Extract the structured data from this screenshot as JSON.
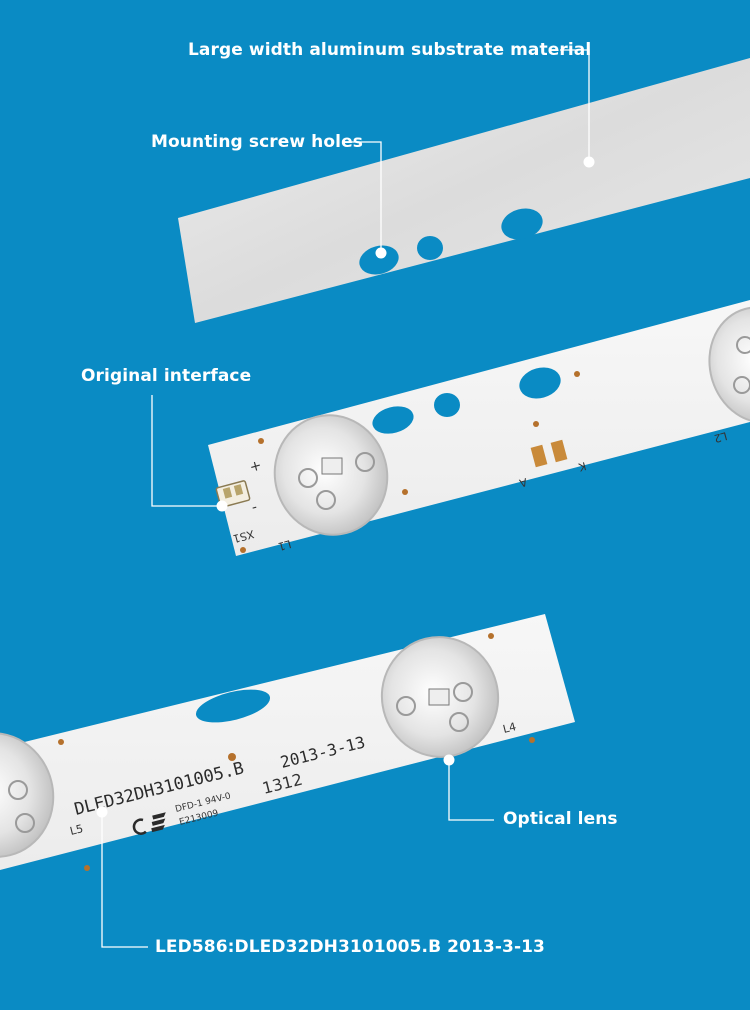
{
  "background_color": "#0a8bc4",
  "callouts": {
    "substrate": "Large width aluminum substrate material",
    "screw_holes": "Mounting screw holes",
    "interface": "Original interface",
    "lens": "Optical lens",
    "model": "LED586:DLED32DH3101005.B 2013-3-13"
  },
  "strip_markings": {
    "model_code": "DLED32DH3101005.B",
    "date": "2013-3-13",
    "batch": "1312",
    "cert1": "DFD-1 94V-0",
    "cert2": "E213009",
    "lens_l1": "L1",
    "lens_l2": "L2",
    "lens_l4": "L4",
    "lens_l5": "L5",
    "connector": "XS1",
    "pad_a": "A",
    "pad_k": "K",
    "plus": "+",
    "minus": "-"
  },
  "icons": [
    "connector-icon",
    "ul-mark-icon",
    "led-lens-icon"
  ]
}
